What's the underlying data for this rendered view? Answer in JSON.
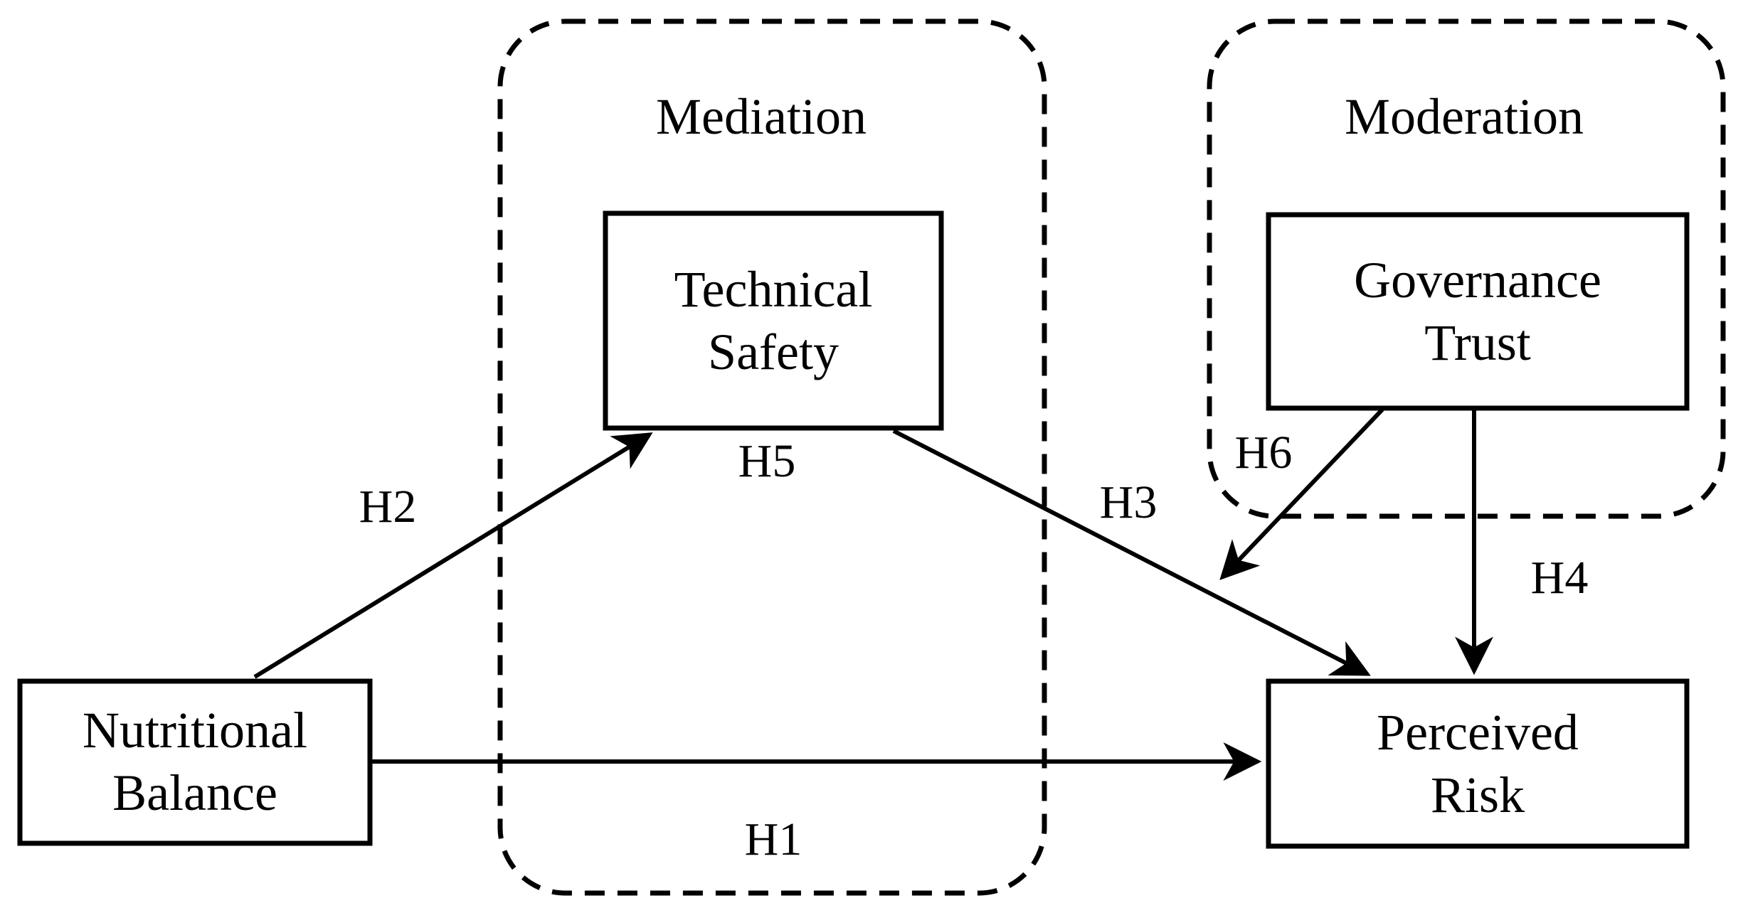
{
  "figure": {
    "background_color": "#ffffff",
    "ink_color": "#000000"
  },
  "regions": {
    "mediation": {
      "label": "Mediation"
    },
    "moderation": {
      "label": "Moderation"
    }
  },
  "constructs": {
    "nutritional_balance": {
      "line1": "Nutritional",
      "line2": "Balance"
    },
    "technical_safety": {
      "line1": "Technical",
      "line2": "Safety"
    },
    "governance_trust": {
      "line1": "Governance",
      "line2": "Trust"
    },
    "perceived_risk": {
      "line1": "Perceived",
      "line2": "Risk"
    }
  },
  "hypotheses": {
    "h1": "H1",
    "h2": "H2",
    "h3": "H3",
    "h4": "H4",
    "h5": "H5",
    "h6": "H6"
  },
  "edges": [
    {
      "id": "H1",
      "from": "Nutritional Balance",
      "to": "Perceived Risk",
      "style": "solid-arrow"
    },
    {
      "id": "H2",
      "from": "Nutritional Balance",
      "to": "Technical Safety",
      "style": "solid-arrow"
    },
    {
      "id": "H3",
      "from": "Technical Safety",
      "to": "Perceived Risk",
      "style": "solid-arrow"
    },
    {
      "id": "H4",
      "from": "Governance Trust",
      "to": "Perceived Risk",
      "style": "solid-arrow"
    },
    {
      "id": "H5",
      "from": "Nutritional Balance",
      "to": "Perceived Risk",
      "note": "indirect path via Technical Safety"
    },
    {
      "id": "H6",
      "from": "Governance Trust",
      "to": "H3 path (moderated link)",
      "style": "solid-arrow"
    }
  ]
}
